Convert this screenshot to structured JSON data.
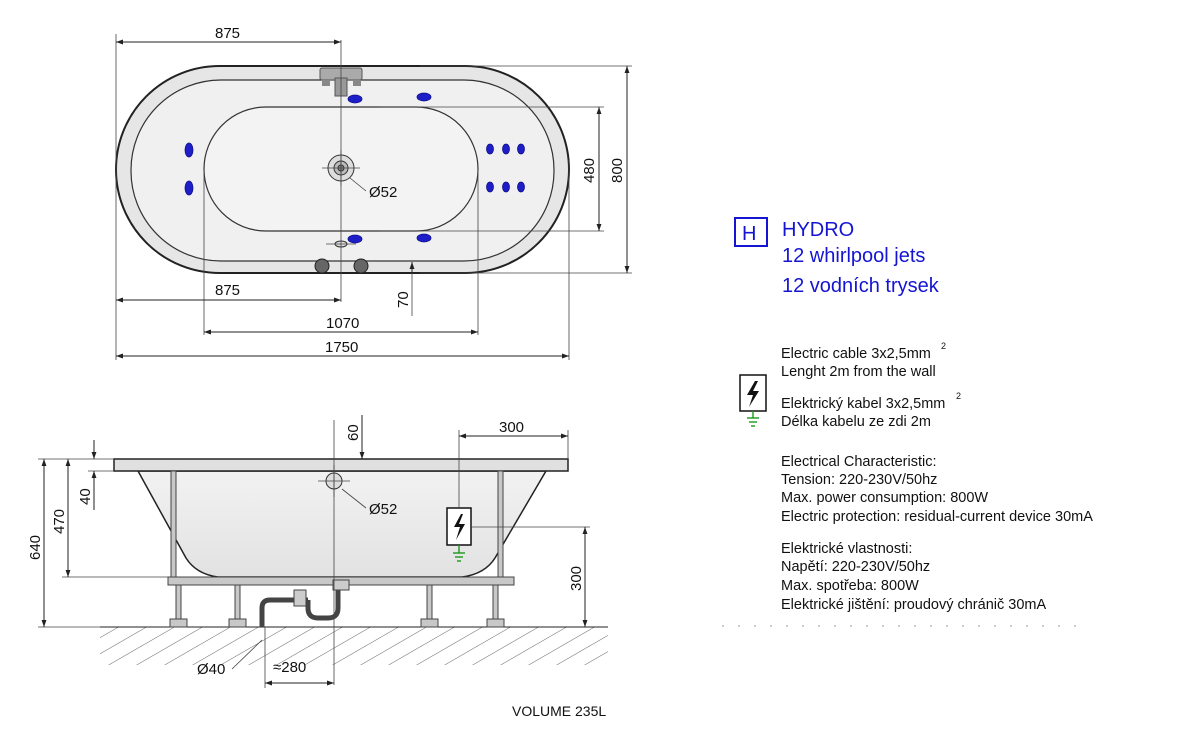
{
  "top_view": {
    "dims": {
      "left_half_top": "875",
      "left_half_bottom": "875",
      "inner_length": "1070",
      "total_length": "1750",
      "inner_width": "480",
      "total_width": "800",
      "offset": "70",
      "drain_diameter": "Ø52"
    }
  },
  "side_view": {
    "dims": {
      "total_height": "640",
      "height_470": "470",
      "rim_40": "40",
      "top_60": "60",
      "top_300": "300",
      "right_300": "300",
      "drain_diameter": "Ø52",
      "waste_diameter": "Ø40",
      "approx_280": "≈280"
    },
    "volume": "VOLUME 235L"
  },
  "hydro": {
    "badge": "H",
    "title": "HYDRO",
    "line_en": "12 whirlpool jets",
    "line_cz": "12 vodních trysek"
  },
  "electric": {
    "cable_en": "Electric cable 3x2,5mm",
    "length_en": "Lenght 2m from the wall",
    "cable_cz": "Elektrický kabel 3x2,5mm",
    "length_cz": "Délka kabelu ze zdi 2m",
    "sup": "2",
    "char_en_title": "Electrical Characteristic:",
    "char_en_tension": "Tension: 220-230V/50hz",
    "char_en_power": "Max. power consumption: 800W",
    "char_en_protection": "Electric protection: residual-current device 30mA",
    "char_cz_title": "Elektrické vlastnosti:",
    "char_cz_tension": "Napětí: 220-230V/50hz",
    "char_cz_power": "Max. spotřeba: 800W",
    "char_cz_protection": "Elektrické jištění: proudový chránič 30mA"
  },
  "colors": {
    "jet": "#1e1ec8",
    "hydro_text": "#1414d2",
    "ground_symbol": "#1a9a1a"
  }
}
